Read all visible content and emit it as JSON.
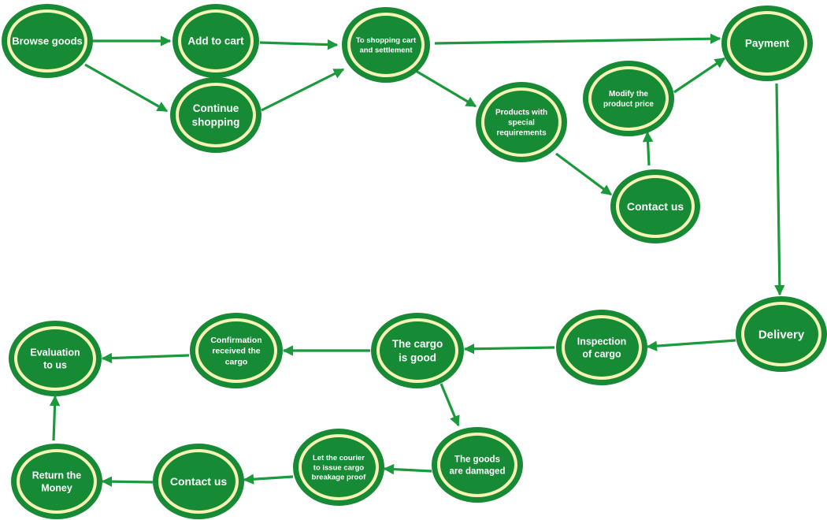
{
  "diagram": {
    "colors": {
      "node_fill": "#168a34",
      "node_ring": "#f6f3b4",
      "arrow": "#1a9a3c",
      "label": "#ffffff"
    },
    "nodes": [
      {
        "id": "browse-goods",
        "lines": [
          "Browse goods"
        ]
      },
      {
        "id": "add-to-cart",
        "lines": [
          "Add to cart"
        ]
      },
      {
        "id": "continue-shopping",
        "lines": [
          "Continue",
          "shopping"
        ]
      },
      {
        "id": "shopping-cart-settlement",
        "lines": [
          "To shopping cart",
          "and settlement"
        ]
      },
      {
        "id": "payment",
        "lines": [
          "Payment"
        ]
      },
      {
        "id": "special-requirements",
        "lines": [
          "Products with",
          "special",
          "requirements"
        ]
      },
      {
        "id": "modify-price",
        "lines": [
          "Modify the",
          "product price"
        ]
      },
      {
        "id": "contact-us-top",
        "lines": [
          "Contact us"
        ]
      },
      {
        "id": "delivery",
        "lines": [
          "Delivery"
        ]
      },
      {
        "id": "inspection-of-cargo",
        "lines": [
          "Inspection",
          "of cargo"
        ]
      },
      {
        "id": "cargo-is-good",
        "lines": [
          "The cargo",
          "is good"
        ]
      },
      {
        "id": "confirmation-received",
        "lines": [
          "Confirmation",
          "received the",
          "cargo"
        ]
      },
      {
        "id": "evaluation-to-us",
        "lines": [
          "Evaluation",
          "to us"
        ]
      },
      {
        "id": "goods-damaged",
        "lines": [
          "The goods",
          "are damaged"
        ]
      },
      {
        "id": "courier-breakage-proof",
        "lines": [
          "Let the courier",
          "to issue cargo",
          "breakage proof"
        ]
      },
      {
        "id": "contact-us-bottom",
        "lines": [
          "Contact us"
        ]
      },
      {
        "id": "return-the-money",
        "lines": [
          "Return the",
          "Money"
        ]
      }
    ],
    "edges": [
      {
        "from": "browse-goods",
        "to": "add-to-cart"
      },
      {
        "from": "browse-goods",
        "to": "continue-shopping"
      },
      {
        "from": "add-to-cart",
        "to": "shopping-cart-settlement"
      },
      {
        "from": "continue-shopping",
        "to": "shopping-cart-settlement"
      },
      {
        "from": "shopping-cart-settlement",
        "to": "payment"
      },
      {
        "from": "shopping-cart-settlement",
        "to": "special-requirements"
      },
      {
        "from": "special-requirements",
        "to": "contact-us-top"
      },
      {
        "from": "contact-us-top",
        "to": "modify-price"
      },
      {
        "from": "modify-price",
        "to": "payment"
      },
      {
        "from": "payment",
        "to": "delivery"
      },
      {
        "from": "delivery",
        "to": "inspection-of-cargo"
      },
      {
        "from": "inspection-of-cargo",
        "to": "cargo-is-good"
      },
      {
        "from": "cargo-is-good",
        "to": "confirmation-received"
      },
      {
        "from": "confirmation-received",
        "to": "evaluation-to-us"
      },
      {
        "from": "cargo-is-good",
        "to": "goods-damaged"
      },
      {
        "from": "goods-damaged",
        "to": "courier-breakage-proof"
      },
      {
        "from": "courier-breakage-proof",
        "to": "contact-us-bottom"
      },
      {
        "from": "contact-us-bottom",
        "to": "return-the-money"
      },
      {
        "from": "return-the-money",
        "to": "evaluation-to-us"
      }
    ]
  }
}
